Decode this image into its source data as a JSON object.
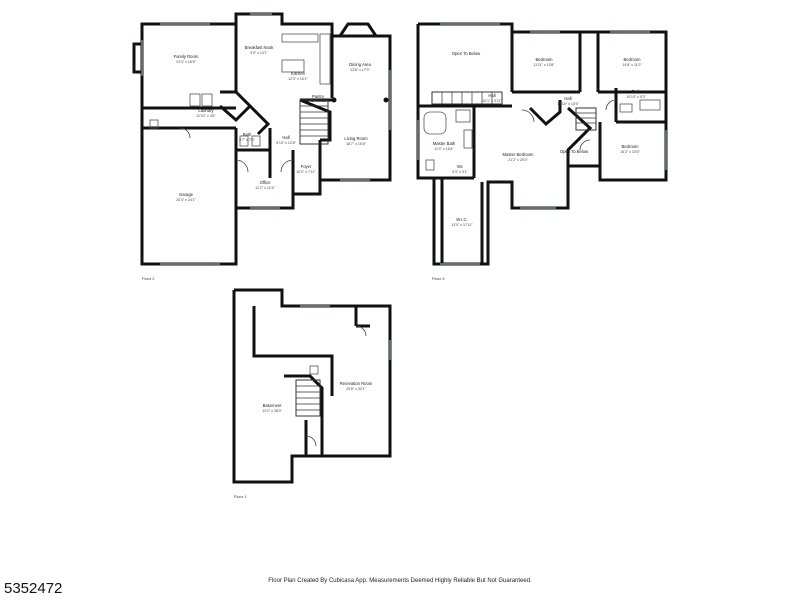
{
  "floors": {
    "floor2": {
      "label": "Floor 2",
      "rooms": {
        "family_room": {
          "name": "Family Room",
          "dims": "23'4\" x 18'5\""
        },
        "breakfast_nook": {
          "name": "Breakfast Nook",
          "dims": "9'0\" x 13'1\""
        },
        "kitchen": {
          "name": "Kitchen",
          "dims": "12'3\" x 15'1\""
        },
        "dining_area": {
          "name": "Dining Area",
          "dims": "13'8\" x 17'0\""
        },
        "laundry": {
          "name": "Laundry",
          "dims": "11'10\" x 4'8\""
        },
        "pantry": {
          "name": "Pantry",
          "dims": "4'1\" x 3'11\""
        },
        "bath": {
          "name": "Bath",
          "dims": "5'7\" x 7'6\""
        },
        "hall": {
          "name": "Hall",
          "dims": "9'10\" x 12'8\""
        },
        "living_room": {
          "name": "Living Room",
          "dims": "18'7\" x 16'8\""
        },
        "foyer": {
          "name": "Foyer",
          "dims": "10'0\" x 7'11\""
        },
        "garage": {
          "name": "Garage",
          "dims": "20'3\" x 24'1\""
        },
        "office": {
          "name": "Office",
          "dims": "12'2\" x 12'4\""
        }
      }
    },
    "floor3": {
      "label": "Floor 3",
      "rooms": {
        "open_to_below_1": {
          "name": "Open To Below"
        },
        "bedroom_1": {
          "name": "Bedroom",
          "dims": "11'11\" x 13'8\""
        },
        "bedroom_2": {
          "name": "Bedroom",
          "dims": "14'8\" x 11'0\""
        },
        "hall_1": {
          "name": "Hall",
          "dims": "10'1\" x 3'11\""
        },
        "hall_2": {
          "name": "Hall",
          "dims": "10'10\" x 10'6\""
        },
        "bath_1": {
          "name": "Bath",
          "dims": "10'10\" x 5'3\""
        },
        "master_bath": {
          "name": "Master Bath",
          "dims": "11'3\" x 16'4\""
        },
        "master_bedroom": {
          "name": "Master Bedroom",
          "dims": "21'2\" x 20'0\""
        },
        "open_to_below_2": {
          "name": "Open To Below"
        },
        "bedroom_3": {
          "name": "Bedroom",
          "dims": "16'2\" x 15'5\""
        },
        "wc": {
          "name": "Wc",
          "dims": "5'3\" x 3'1\""
        },
        "wic": {
          "name": "W.I.C.",
          "dims": "13'0\" x 17'11\""
        }
      }
    },
    "floor1": {
      "label": "Floor 1",
      "rooms": {
        "recreation_room": {
          "name": "Recreation Room",
          "dims": "20'8\" x 32'1\""
        },
        "basement": {
          "name": "Basement",
          "dims": "13'2\" x 38'0\""
        }
      }
    }
  },
  "footer_note": "Floor Plan Created By Cubicasa App. Measurements Deemed Highly Reliable But Not Guaranteed.",
  "listing_id": "5352472"
}
